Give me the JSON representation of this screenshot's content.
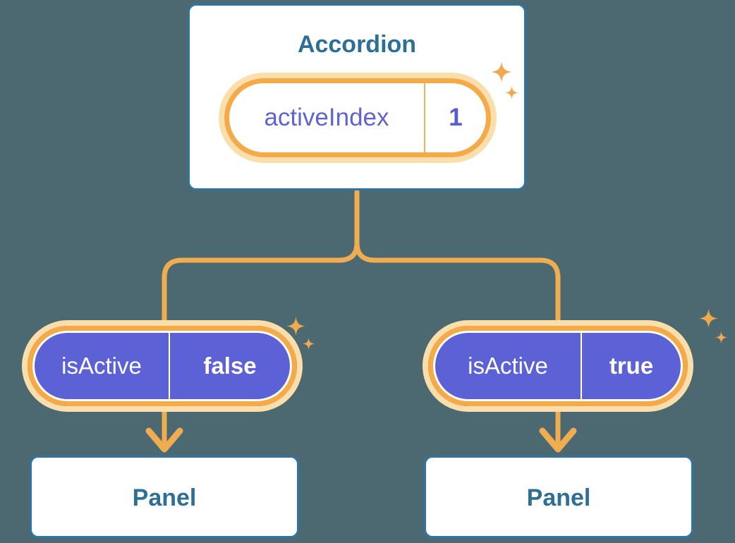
{
  "diagram": {
    "background_color": "#4C6972",
    "node_border_color": "#2F74A3",
    "node_text_color": "#2E7095",
    "accent_orange": "#F5A947",
    "halo_orange": "#FADFAC",
    "connector_orange": "#F0AC50",
    "sparkle_orange": "#F1A94E",
    "prop_purple": "#5C62D6",
    "state_text_purple": "#5F64D0"
  },
  "accordion": {
    "title": "Accordion",
    "state": {
      "label": "activeIndex",
      "value": "1"
    }
  },
  "children": [
    {
      "prop_label": "isActive",
      "prop_value": "false",
      "panel_label": "Panel"
    },
    {
      "prop_label": "isActive",
      "prop_value": "true",
      "panel_label": "Panel"
    }
  ]
}
